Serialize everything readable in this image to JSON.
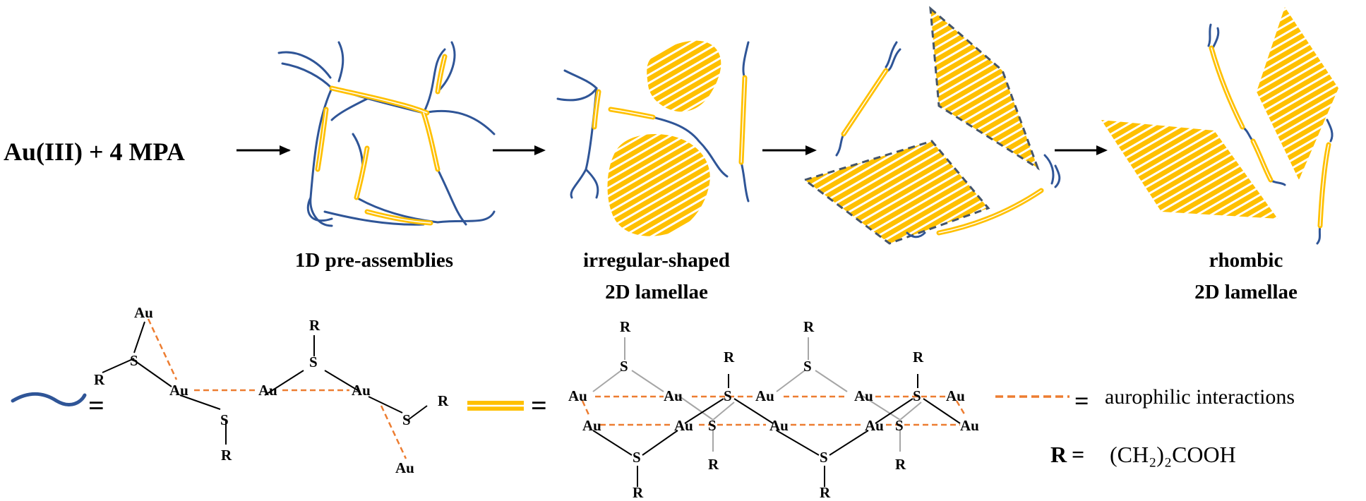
{
  "reaction": {
    "reactants": "Au(III) + 4 MPA"
  },
  "stages": {
    "s1": {
      "label_line1": "1D pre-assemblies"
    },
    "s2": {
      "label_line1": "irregular-shaped",
      "label_line2": "2D lamellae"
    },
    "s4": {
      "label_line1": "rhombic",
      "label_line2": "2D lamellae"
    }
  },
  "atoms": {
    "au": "Au",
    "s": "S",
    "r": "R"
  },
  "legend": {
    "equals": "=",
    "aurophilic": "aurophilic interactions",
    "r_symbol": "R",
    "r_def": "(CH₂)₂COOH"
  },
  "colors": {
    "chain_blue": "#2f5597",
    "stripe_yellow": "#ffc000",
    "aurophilic_orange": "#ed7d31",
    "bond_gray": "#a6a6a6",
    "outline_dash": "#44546a"
  }
}
